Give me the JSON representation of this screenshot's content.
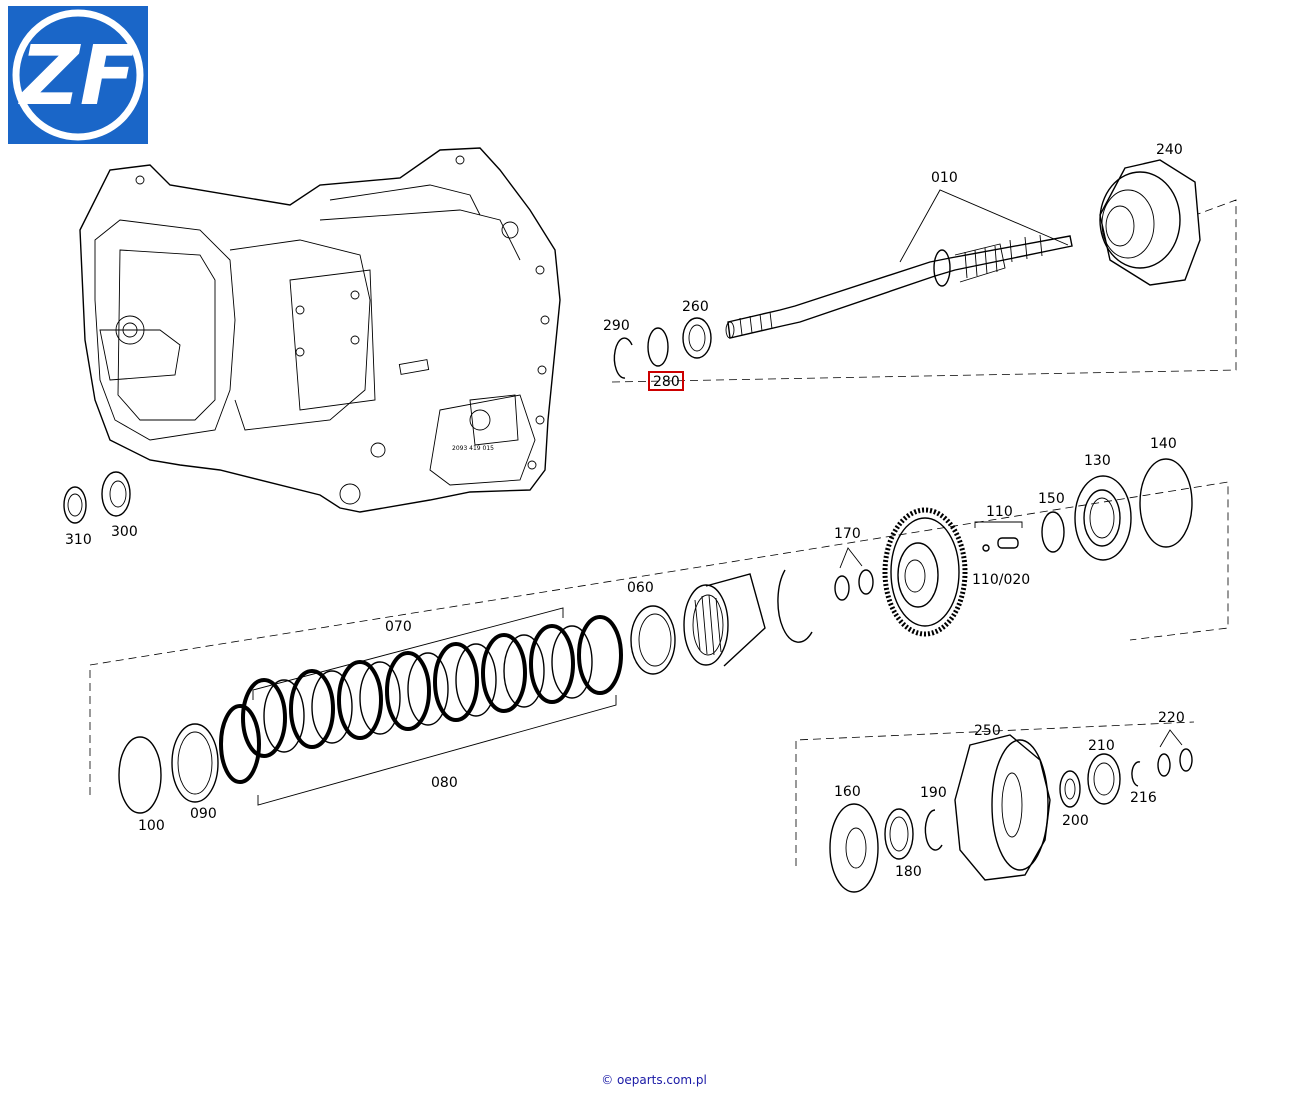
{
  "logo": {
    "text": "ZF",
    "background": "#1a66c8",
    "foreground": "#ffffff"
  },
  "highlight_color": "#cc0000",
  "highlighted_part": "280",
  "labels": {
    "p010": "010",
    "p240": "240",
    "p260": "260",
    "p290": "290",
    "p280": "280",
    "p310": "310",
    "p300": "300",
    "p140": "140",
    "p130": "130",
    "p150": "150",
    "p110": "110",
    "p110020": "110/020",
    "p170": "170",
    "p060": "060",
    "p070": "070",
    "p080": "080",
    "p100": "100",
    "p090": "090",
    "p250": "250",
    "p210": "210",
    "p220": "220",
    "p216": "216",
    "p200": "200",
    "p160": "160",
    "p190": "190",
    "p180": "180"
  },
  "housing_stamp": "2093 419 015",
  "credit": "© oeparts.com.pl"
}
